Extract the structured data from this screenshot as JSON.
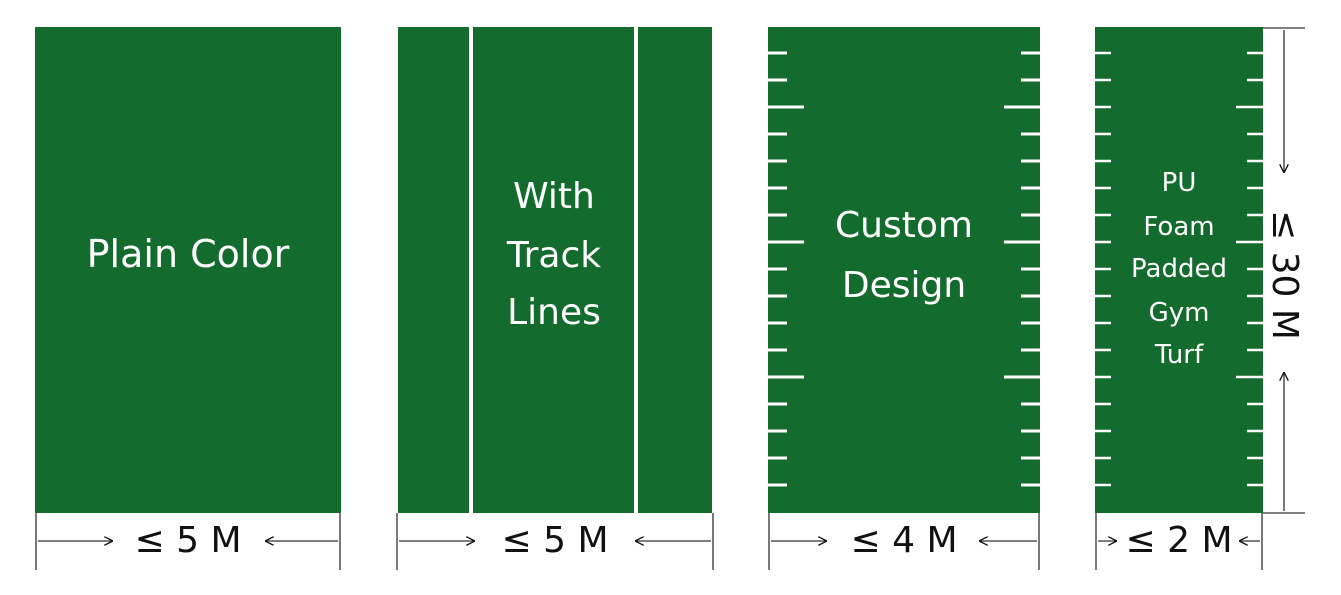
{
  "colors": {
    "turf_green": "#146b2e",
    "line": "#ffffff",
    "dimension": "#111111"
  },
  "panels": [
    {
      "title": "Plain Color",
      "width_label": "≤ 5 M"
    },
    {
      "title_lines": [
        "With",
        "Track",
        "Lines"
      ],
      "width_label": "≤ 5 M"
    },
    {
      "title_lines": [
        "Custom",
        "Design"
      ],
      "width_label": "≤ 4 M"
    },
    {
      "title_lines": [
        "PU",
        "Foam",
        "Padded",
        "Gym",
        "Turf"
      ],
      "width_label": "≤ 2 M"
    }
  ],
  "length_label": "≤ 30 M"
}
